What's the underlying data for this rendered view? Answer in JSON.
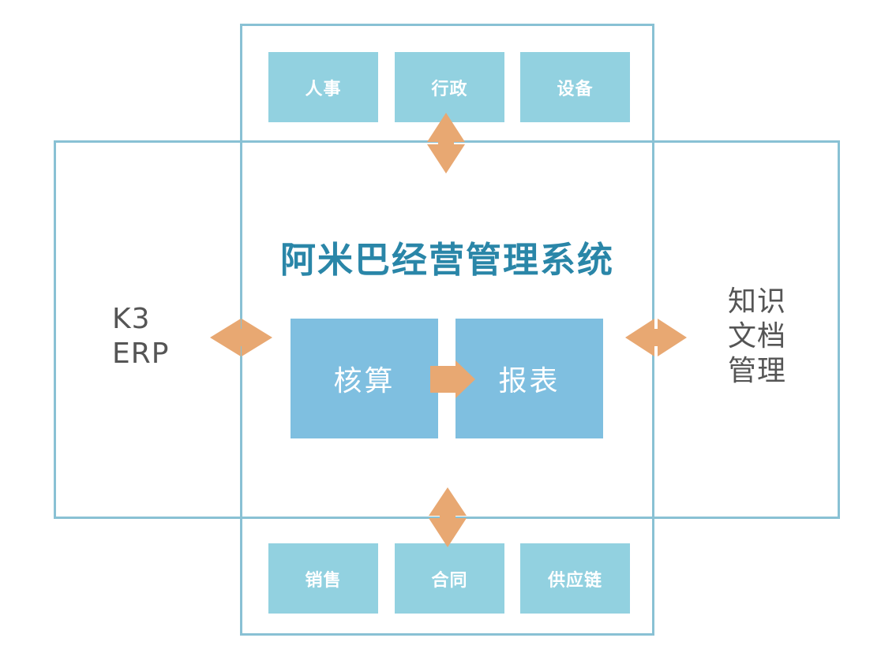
{
  "diagram": {
    "title": "阿米巴经营管理系统",
    "top_departments": [
      "人事",
      "行政",
      "设备"
    ],
    "bottom_departments": [
      "销售",
      "合同",
      "供应链"
    ],
    "core_modules": [
      {
        "label": "核算"
      },
      {
        "label": "报表"
      }
    ],
    "left_system": {
      "lines": [
        "K3",
        "ERP"
      ]
    },
    "right_system": {
      "lines": [
        "知识",
        "文档",
        "管理"
      ]
    }
  },
  "colors": {
    "frame_border": "#89c1d4",
    "department_fill": "#92d1e0",
    "core_fill": "#7fbfe0",
    "title_text": "#2a86a8",
    "arrow": "#e8a872",
    "side_text": "#555555"
  }
}
